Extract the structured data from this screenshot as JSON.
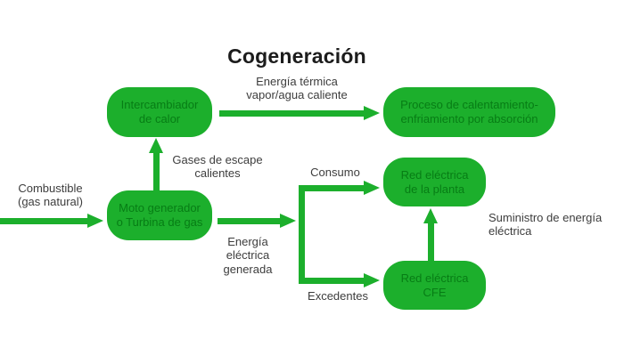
{
  "title": "Cogeneración",
  "colors": {
    "node_fill": "#1CAF2C",
    "node_text": "#077D15",
    "arrow": "#1CAF2C",
    "label_text": "#3d3d3d",
    "title_text": "#1c1c1c",
    "background": "#ffffff"
  },
  "nodes": {
    "intercambiador": {
      "line1": "Intercambiador",
      "line2": "de calor"
    },
    "proceso": {
      "line1": "Proceso de calentamiento-",
      "line2": "enfriamiento por absorción"
    },
    "moto": {
      "line1": "Moto generador",
      "line2": "o Turbina de gas"
    },
    "planta": {
      "line1": "Red eléctrica",
      "line2": "de la planta"
    },
    "cfe": {
      "line1": "Red eléctrica",
      "line2": "CFE"
    }
  },
  "labels": {
    "energia_termica": {
      "line1": "Energía térmica",
      "line2": "vapor/agua caliente"
    },
    "gases": {
      "line1": "Gases de escape",
      "line2": "calientes"
    },
    "combustible": {
      "line1": "Combustible",
      "line2": "(gas natural)"
    },
    "energia_electrica": {
      "line1": "Energía",
      "line2": "eléctrica",
      "line3": "generada"
    },
    "consumo": "Consumo",
    "excedentes": "Excedentes",
    "suministro": {
      "line1": "Suministro de energía",
      "line2": "eléctrica"
    }
  },
  "edges": [
    {
      "from": "combustible-input",
      "to": "moto",
      "label": "Combustible (gas natural)"
    },
    {
      "from": "moto",
      "to": "intercambiador",
      "label": "Gases de escape calientes"
    },
    {
      "from": "intercambiador",
      "to": "proceso",
      "label": "Energía térmica vapor/agua caliente"
    },
    {
      "from": "moto",
      "to": "branch",
      "label": "Energía eléctrica generada"
    },
    {
      "from": "branch",
      "to": "planta",
      "label": "Consumo"
    },
    {
      "from": "branch",
      "to": "cfe",
      "label": "Excedentes"
    },
    {
      "from": "cfe",
      "to": "planta",
      "label": "Suministro de energía eléctrica"
    }
  ]
}
